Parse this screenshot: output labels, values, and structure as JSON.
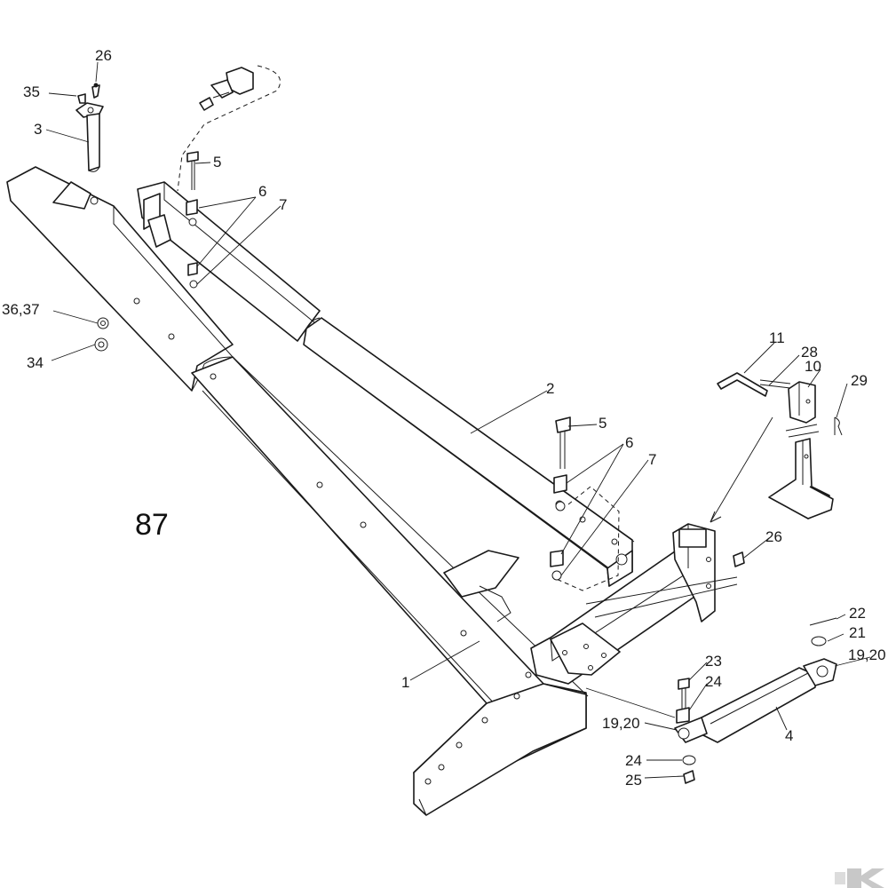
{
  "page_number": "87",
  "callouts": {
    "c26a": "26",
    "c35": "35",
    "c3": "3",
    "c5a": "5",
    "c6a": "6",
    "c7a": "7",
    "c3637": "36,37",
    "c34": "34",
    "c11": "11",
    "c28": "28",
    "c10": "10",
    "c29": "29",
    "c2": "2",
    "c5b": "5",
    "c6b": "6",
    "c7b": "7",
    "c26b": "26",
    "c22": "22",
    "c21": "21",
    "c1920a": "19,20",
    "c23": "23",
    "c24a": "24",
    "c1920b": "19,20",
    "c4": "4",
    "c24b": "24",
    "c25": "25",
    "c1": "1"
  },
  "icons": {
    "logo": "brand-logo-icon"
  }
}
